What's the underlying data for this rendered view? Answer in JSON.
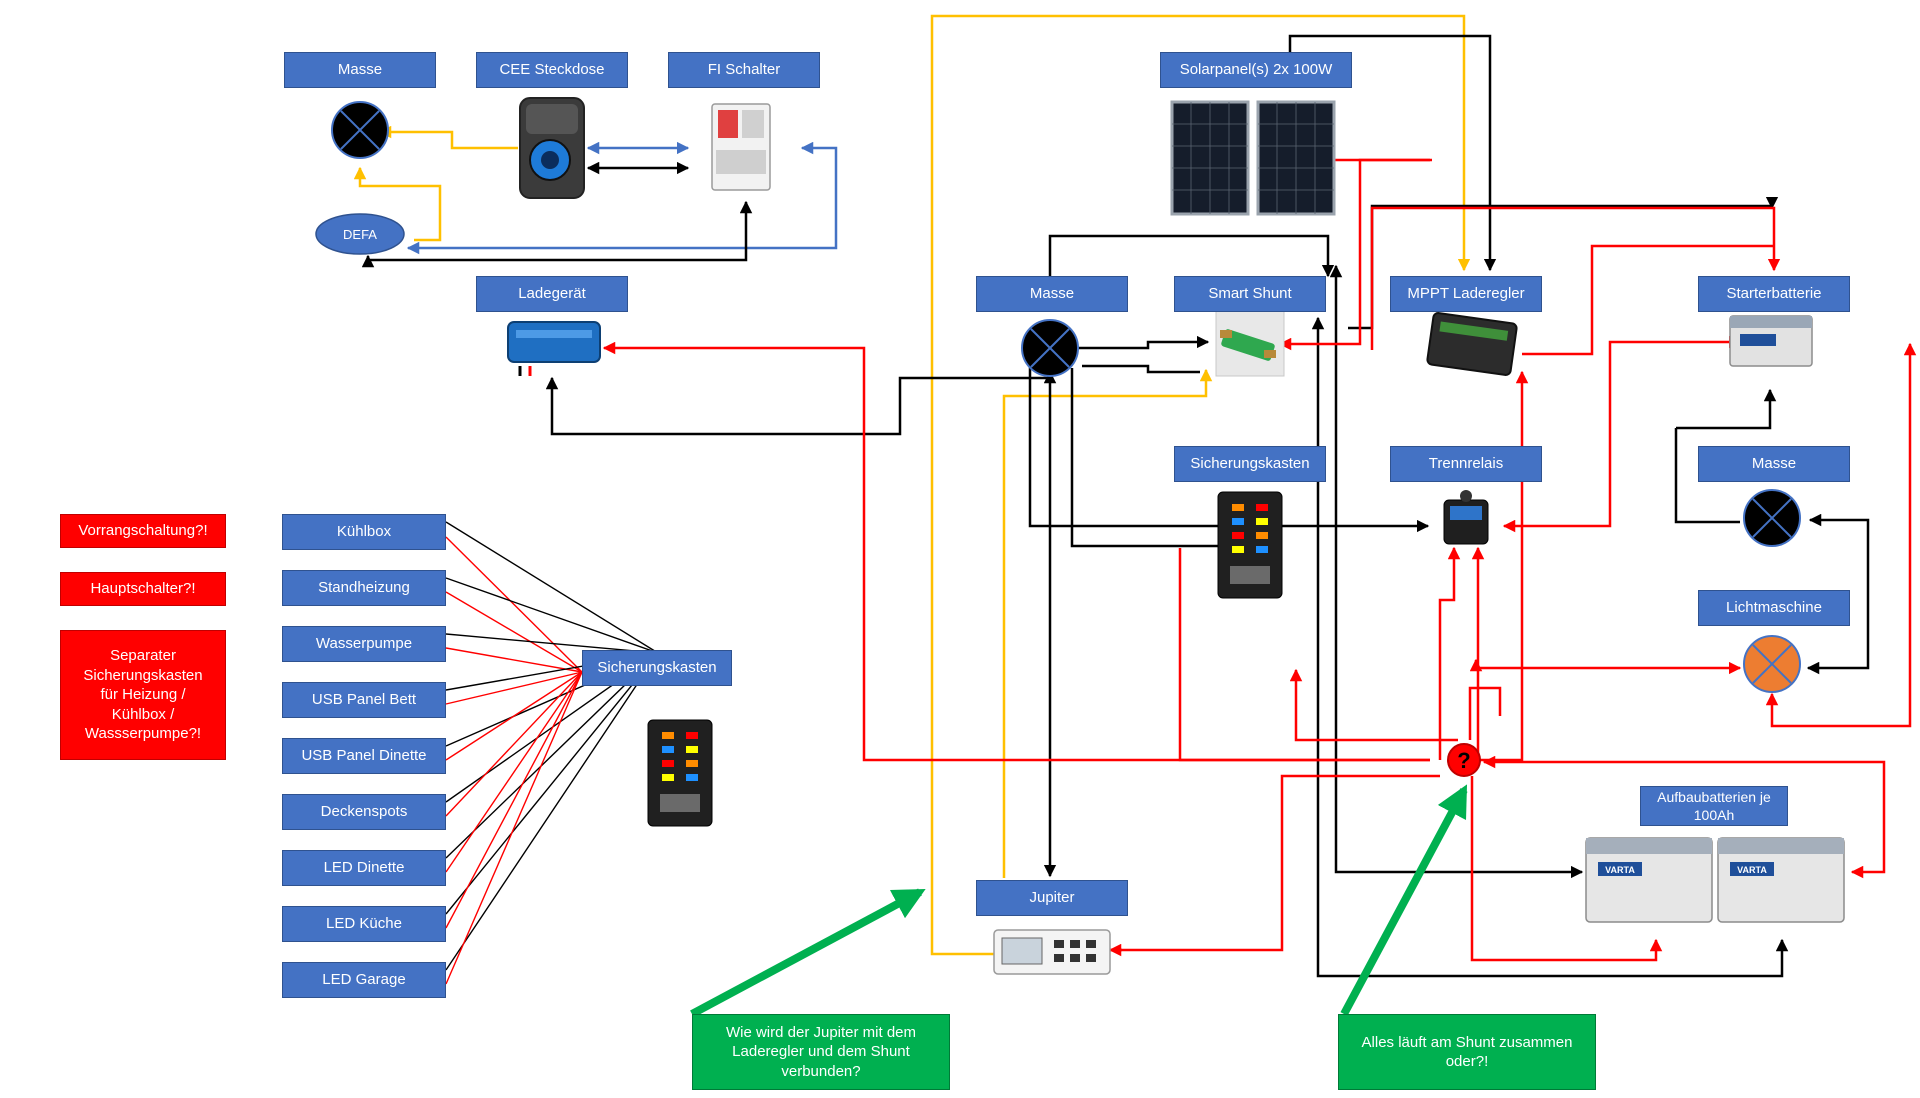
{
  "colors": {
    "label_box": "#4472c4",
    "warning_box": "#ff0000",
    "question_box": "#00b050",
    "ac_wire": "#4472c4",
    "ground_wire": "#ffc000",
    "positive_wire": "#ff0000",
    "negative_wire": "#000000",
    "arrow_highlight": "#00b050",
    "generator": "#ed7d31"
  },
  "labels": {
    "masse_top": "Masse",
    "cee": "CEE Steckdose",
    "fi": "FI Schalter",
    "defa": "DEFA",
    "ladegeraet": "Ladegerät",
    "solar": "Solarpanel(s) 2x 100W",
    "masse_center": "Masse",
    "smart_shunt": "Smart Shunt",
    "mppt": "MPPT Laderegler",
    "starterbatterie": "Starterbatterie",
    "sicherungskasten_center": "Sicherungskasten",
    "trennrelais": "Trennrelais",
    "masse_right": "Masse",
    "lichtmaschine": "Lichtmaschine",
    "aufbau": "Aufbaubatterien je 100Ah",
    "jupiter": "Jupiter",
    "sicherungskasten_left": "Sicherungskasten",
    "question_glyph": "?"
  },
  "consumers": [
    "Kühlbox",
    "Standheizung",
    "Wasserpumpe",
    "USB Panel Bett",
    "USB Panel Dinette",
    "Deckenspots",
    "LED Dinette",
    "LED Küche",
    "LED Garage"
  ],
  "notes": {
    "vorrang": "Vorrangschaltung?!",
    "hauptschalter": "Hauptschalter?!",
    "separater": "Separater Sicherungskasten für Heizung / Kühlbox / Wassserpumpe?!",
    "jupiter_question": "Wie wird der Jupiter mit dem Laderegler und dem Shunt verbunden?",
    "shunt_question": "Alles läuft am Shunt zusammen oder?!"
  },
  "brand": "VARTA"
}
